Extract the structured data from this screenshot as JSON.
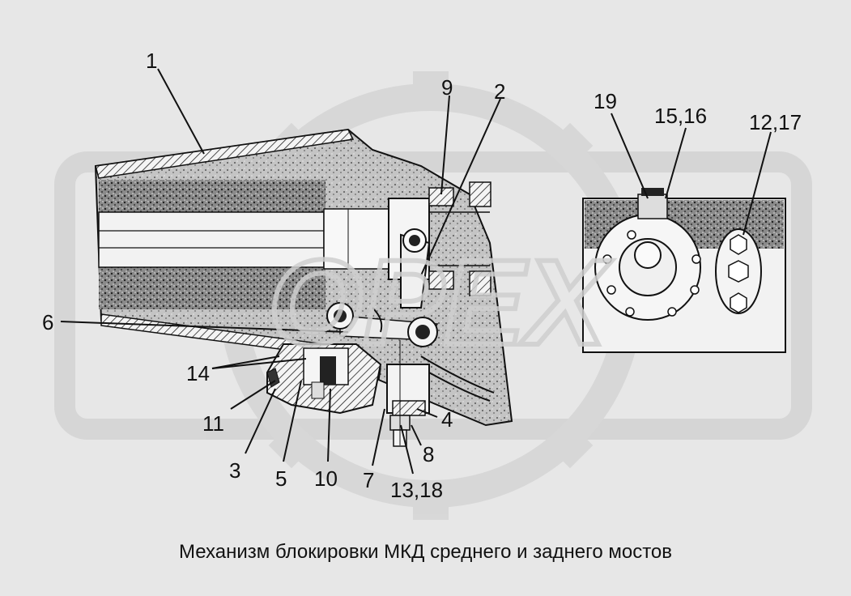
{
  "caption": "Механизм блокировки МКД среднего и заднего мостов",
  "watermark": "OPEX",
  "colors": {
    "background": "#e7e7e7",
    "watermark": "#d2d2d2",
    "ink": "#111111",
    "housing_fill": "#f2f2f2",
    "dark_fill": "#2a2a2a"
  },
  "callouts": [
    {
      "id": "c1",
      "text": "1"
    },
    {
      "id": "c2",
      "text": "2"
    },
    {
      "id": "c9",
      "text": "9"
    },
    {
      "id": "c19",
      "text": "19"
    },
    {
      "id": "c1516",
      "text": "15,16"
    },
    {
      "id": "c1217",
      "text": "12,17"
    },
    {
      "id": "c6",
      "text": "6"
    },
    {
      "id": "c14",
      "text": "14"
    },
    {
      "id": "c11",
      "text": "11"
    },
    {
      "id": "c3",
      "text": "3"
    },
    {
      "id": "c5",
      "text": "5"
    },
    {
      "id": "c10",
      "text": "10"
    },
    {
      "id": "c7",
      "text": "7"
    },
    {
      "id": "c1318",
      "text": "13,18"
    },
    {
      "id": "c8",
      "text": "8"
    },
    {
      "id": "c4",
      "text": "4"
    }
  ]
}
